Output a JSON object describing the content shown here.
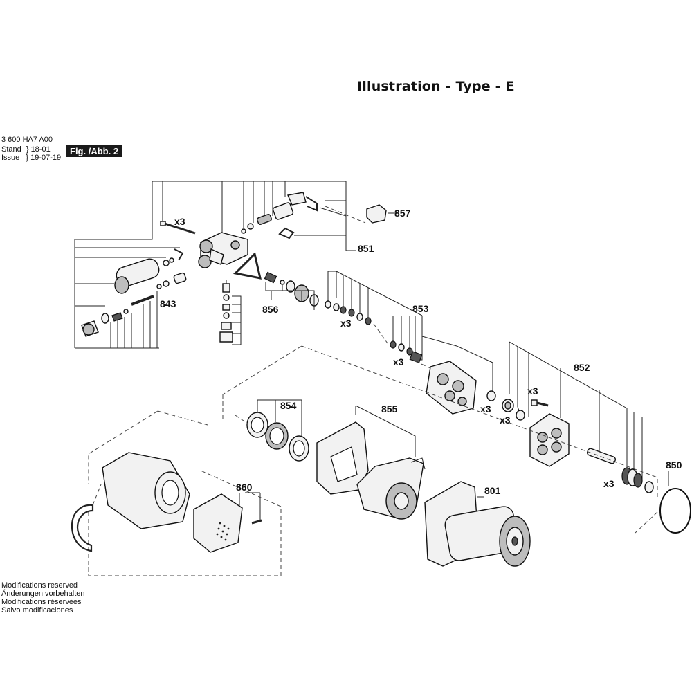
{
  "header": {
    "title": "Illustration - Type - E",
    "doc_number": "3 600 HA7 A00",
    "stand_label": "Stand",
    "stand_value": "18-01",
    "issue_label": "Issue",
    "issue_value": "19-07-19",
    "figure_badge": "Fig. /Abb. 2"
  },
  "part_labels": {
    "p857": "857",
    "p851": "851",
    "p843": "843",
    "p856": "856",
    "p853": "853",
    "p852": "852",
    "p854": "854",
    "p855": "855",
    "p850": "850",
    "p860": "860",
    "p801": "801"
  },
  "quantity_labels": {
    "q_screw_top": "x3",
    "q_853_a": "x3",
    "q_853_b": "x3",
    "q_853_c": "x3",
    "q_852_a": "x3",
    "q_852_b": "x3",
    "q_852_c": "x3"
  },
  "footer": {
    "lines": [
      "Modifications reserved",
      "Änderungen vorbehalten",
      "Modifications réservées",
      "Salvo modificaciones"
    ]
  }
}
